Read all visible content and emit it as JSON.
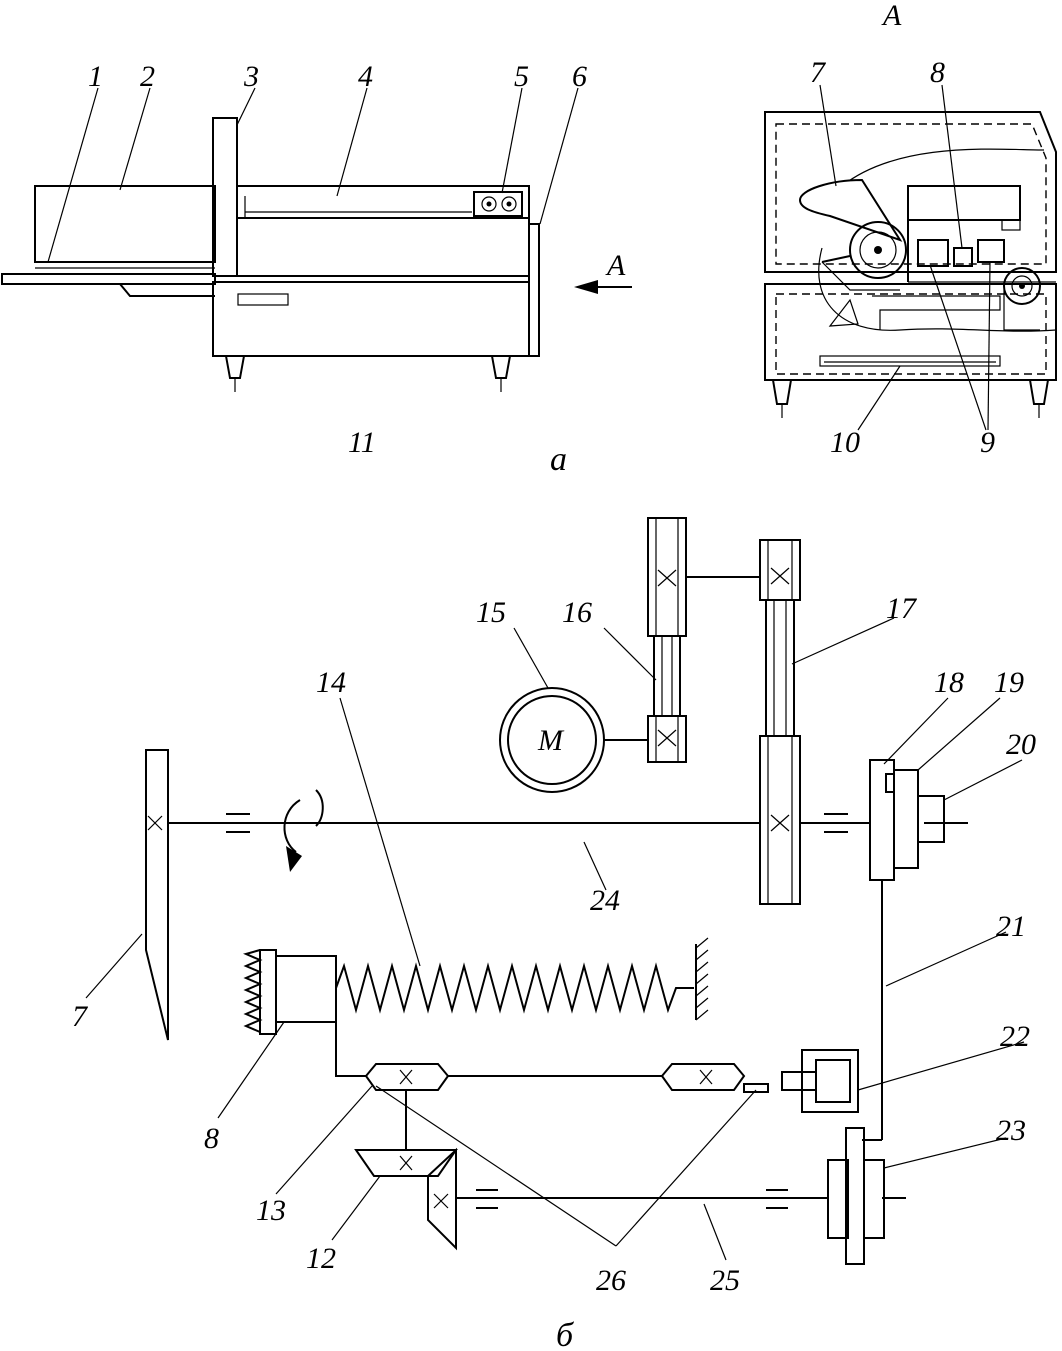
{
  "figure_a": {
    "caption": "a",
    "view_label": "A",
    "arrow_label": "A",
    "labels": [
      "1",
      "2",
      "3",
      "4",
      "5",
      "6",
      "7",
      "8",
      "9",
      "10",
      "11"
    ]
  },
  "figure_b": {
    "caption": "б",
    "motor_symbol": "M",
    "labels": [
      "7",
      "8",
      "12",
      "13",
      "14",
      "15",
      "16",
      "17",
      "18",
      "19",
      "20",
      "21",
      "22",
      "23",
      "24",
      "25",
      "26"
    ]
  }
}
